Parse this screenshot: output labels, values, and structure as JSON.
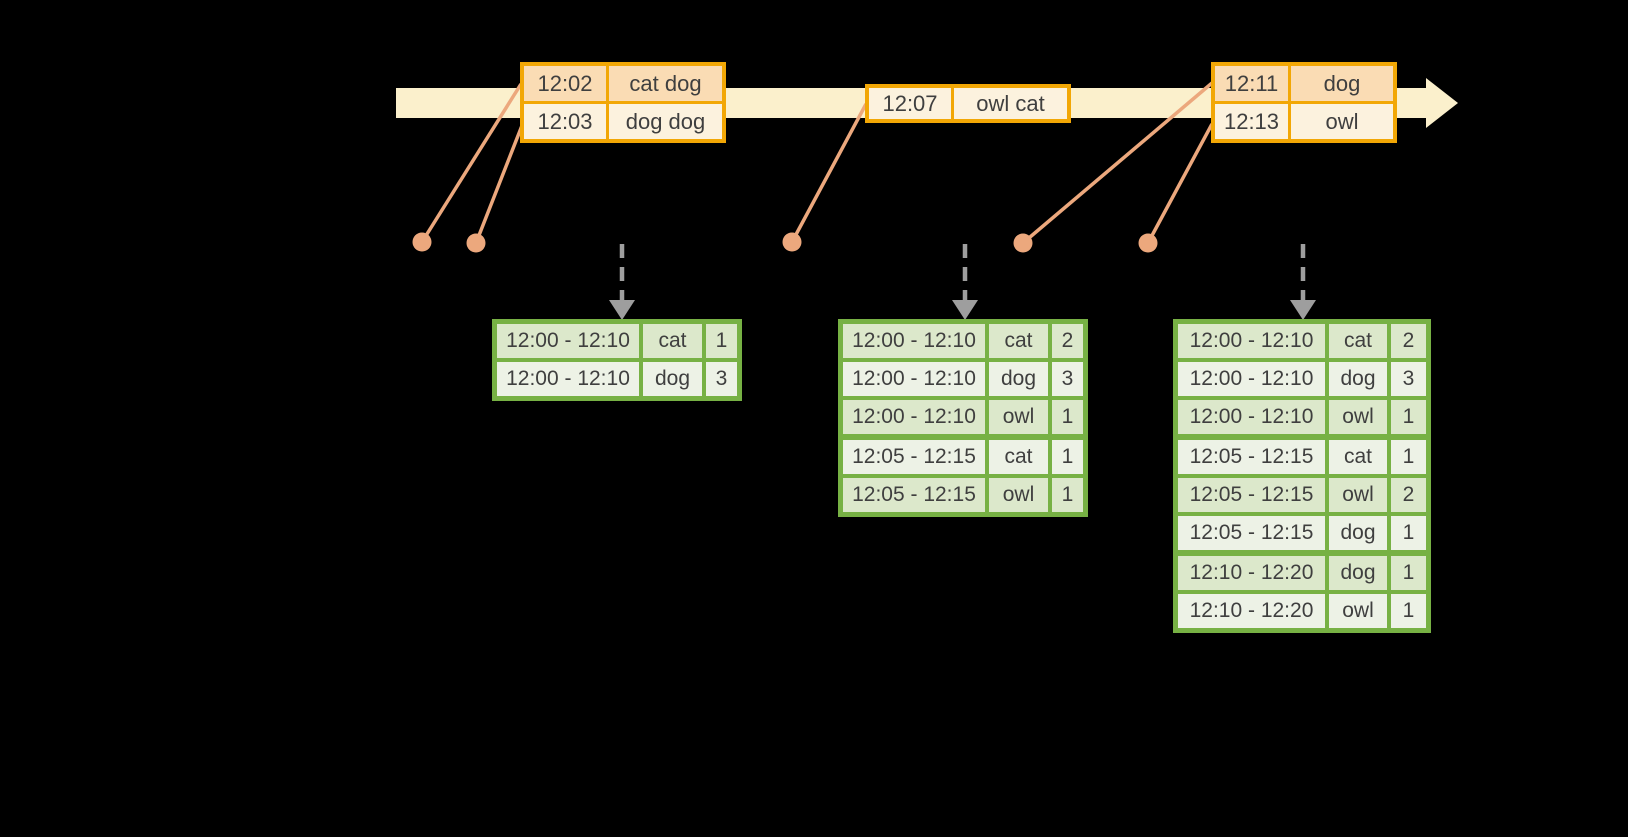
{
  "colors": {
    "background": "#000000",
    "timeline_fill": "#fbf0cc",
    "event_table_border": "#f2a705",
    "event_row_dark": "#fadcb4",
    "event_row_light": "#fcf2de",
    "connector_salmon": "#eca87d",
    "trigger_arrow_gray": "#9e9e9e",
    "result_table_border": "#77b144",
    "result_row_dark": "#dce8cb",
    "result_row_light": "#edf2e6",
    "text": "#3f3f3f"
  },
  "icons": {
    "timeline_arrow": "filled-right-arrow",
    "event_dot": "filled-circle",
    "trigger_arrow": "dashed-down-arrow"
  },
  "event_tables": [
    {
      "rows": [
        {
          "time": "12:02",
          "words": "cat dog"
        },
        {
          "time": "12:03",
          "words": "dog dog"
        }
      ]
    },
    {
      "rows": [
        {
          "time": "12:07",
          "words": "owl cat"
        }
      ]
    },
    {
      "rows": [
        {
          "time": "12:11",
          "words": "dog"
        },
        {
          "time": "12:13",
          "words": "owl"
        }
      ]
    }
  ],
  "result_tables": [
    {
      "rows": [
        {
          "window": "12:00 - 12:10",
          "word": "cat",
          "count": "1"
        },
        {
          "window": "12:00 - 12:10",
          "word": "dog",
          "count": "3"
        }
      ]
    },
    {
      "rows": [
        {
          "window": "12:00 - 12:10",
          "word": "cat",
          "count": "2"
        },
        {
          "window": "12:00 - 12:10",
          "word": "dog",
          "count": "3"
        },
        {
          "window": "12:00 - 12:10",
          "word": "owl",
          "count": "1"
        },
        {
          "window": "12:05 - 12:15",
          "word": "cat",
          "count": "1"
        },
        {
          "window": "12:05 - 12:15",
          "word": "owl",
          "count": "1"
        }
      ]
    },
    {
      "rows": [
        {
          "window": "12:00 - 12:10",
          "word": "cat",
          "count": "2"
        },
        {
          "window": "12:00 - 12:10",
          "word": "dog",
          "count": "3"
        },
        {
          "window": "12:00 - 12:10",
          "word": "owl",
          "count": "1"
        },
        {
          "window": "12:05 - 12:15",
          "word": "cat",
          "count": "1"
        },
        {
          "window": "12:05 - 12:15",
          "word": "owl",
          "count": "2"
        },
        {
          "window": "12:05 - 12:15",
          "word": "dog",
          "count": "1"
        },
        {
          "window": "12:10 - 12:20",
          "word": "dog",
          "count": "1"
        },
        {
          "window": "12:10 - 12:20",
          "word": "owl",
          "count": "1"
        }
      ]
    }
  ]
}
